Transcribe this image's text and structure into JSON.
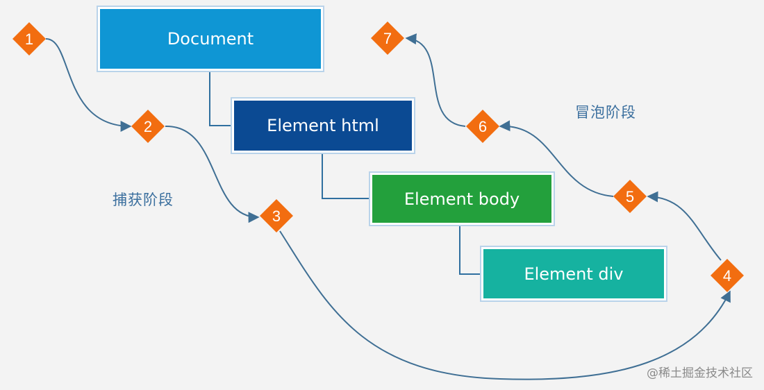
{
  "nodes": {
    "document": {
      "label": "Document",
      "color": "#0f96d4"
    },
    "html": {
      "label": "Element html",
      "color": "#0b4a93"
    },
    "body": {
      "label": "Element body",
      "color": "#23a03c"
    },
    "div": {
      "label": "Element div",
      "color": "#16b2a0"
    }
  },
  "steps": [
    "1",
    "2",
    "3",
    "4",
    "5",
    "6",
    "7"
  ],
  "phases": {
    "capture": "捕获阶段",
    "bubble": "冒泡阶段"
  },
  "watermark": "@稀土掘金技术社区",
  "colors": {
    "step_marker": "#f26d10",
    "connector": "#2f6f9f",
    "flow_arrow": "#3f6f94"
  }
}
